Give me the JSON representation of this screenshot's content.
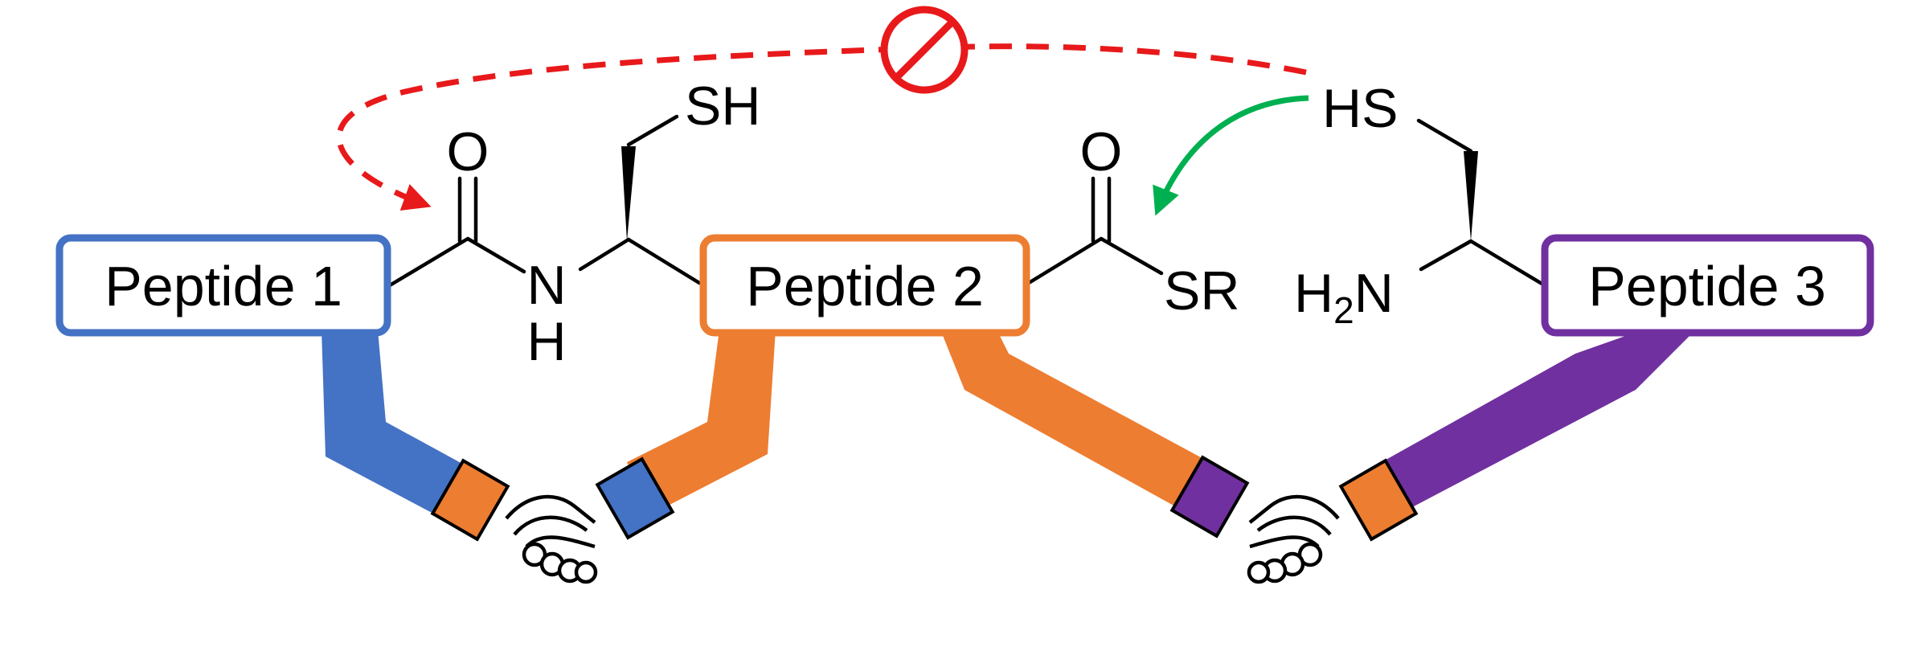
{
  "peptides": {
    "p1": {
      "label": "Peptide 1",
      "color": "#4472c4"
    },
    "p2": {
      "label": "Peptide 2",
      "color": "#ed7d31"
    },
    "p3": {
      "label": "Peptide 3",
      "color": "#7030a0"
    }
  },
  "atoms": {
    "carbonyl_o_left": "O",
    "amide_n": "N",
    "amide_h": "H",
    "cys_sh": "SH",
    "carbonyl_o_right": "O",
    "thioester_sr": "SR",
    "cys_hs": "HS",
    "amine_h": "H",
    "amine_sub": "2",
    "amine_n": "N"
  },
  "arrows": {
    "blocked_color": "#e8191b",
    "allowed_color": "#00b050"
  },
  "icons": [
    "no-entry-icon",
    "handshake-icon",
    "handshake-icon"
  ]
}
